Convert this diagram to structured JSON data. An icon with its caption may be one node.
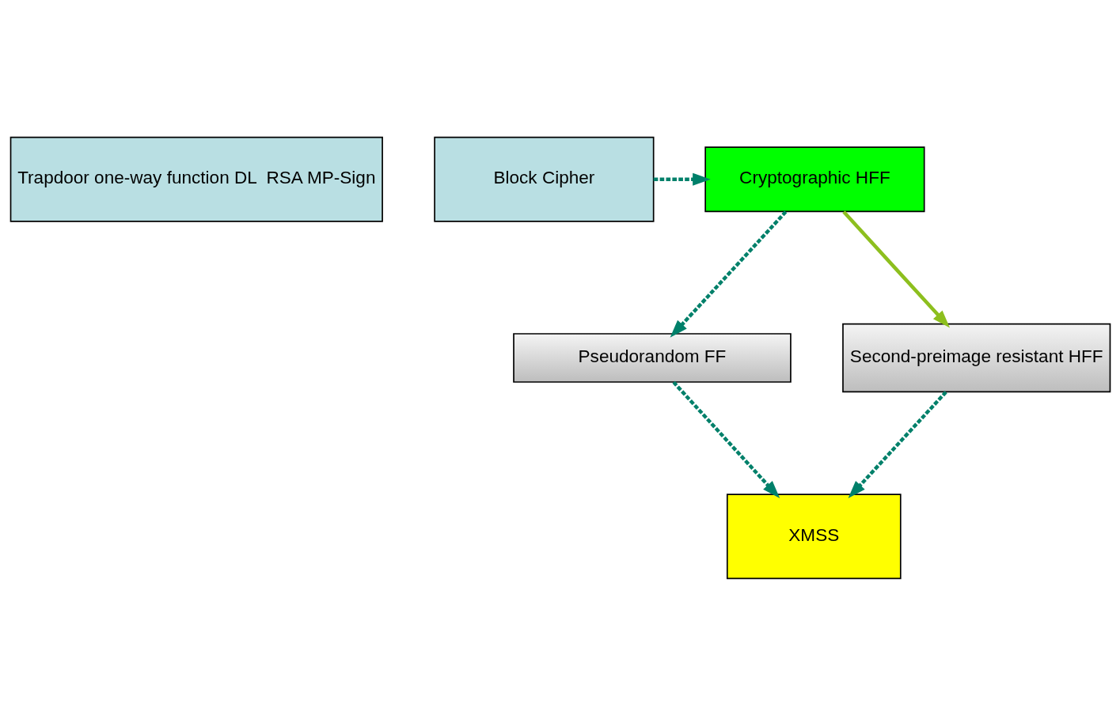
{
  "diagram": {
    "nodes": [
      {
        "text": [
          "Trapdoor one-way function DL  RSA MP-Sign"
        ]
      },
      {
        "text": [
          "Cryptographic HFF"
        ]
      },
      {
        "text": [
          "Block Cipher"
        ]
      },
      {
        "text": [
          "Pseudorandom FF"
        ]
      },
      {
        "text": [
          "Second-preimage resistant HFF"
        ]
      },
      {
        "text": [
          "XMSS"
        ]
      }
    ],
    "edges": [
      {
        "from": 2,
        "to": 1,
        "arrow": "to",
        "style": "dashed"
      },
      {
        "from": 1,
        "to": 3,
        "arrow": "to",
        "style": "dashed"
      },
      {
        "from": 1,
        "to": 4,
        "arrow": "to",
        "color": "#8dbf1e"
      },
      {
        "from": 3,
        "to": 5,
        "arrow": "to",
        "style": "dashed"
      },
      {
        "from": 4,
        "to": 5,
        "arrow": "to",
        "style": "dashed"
      }
    ]
  }
}
